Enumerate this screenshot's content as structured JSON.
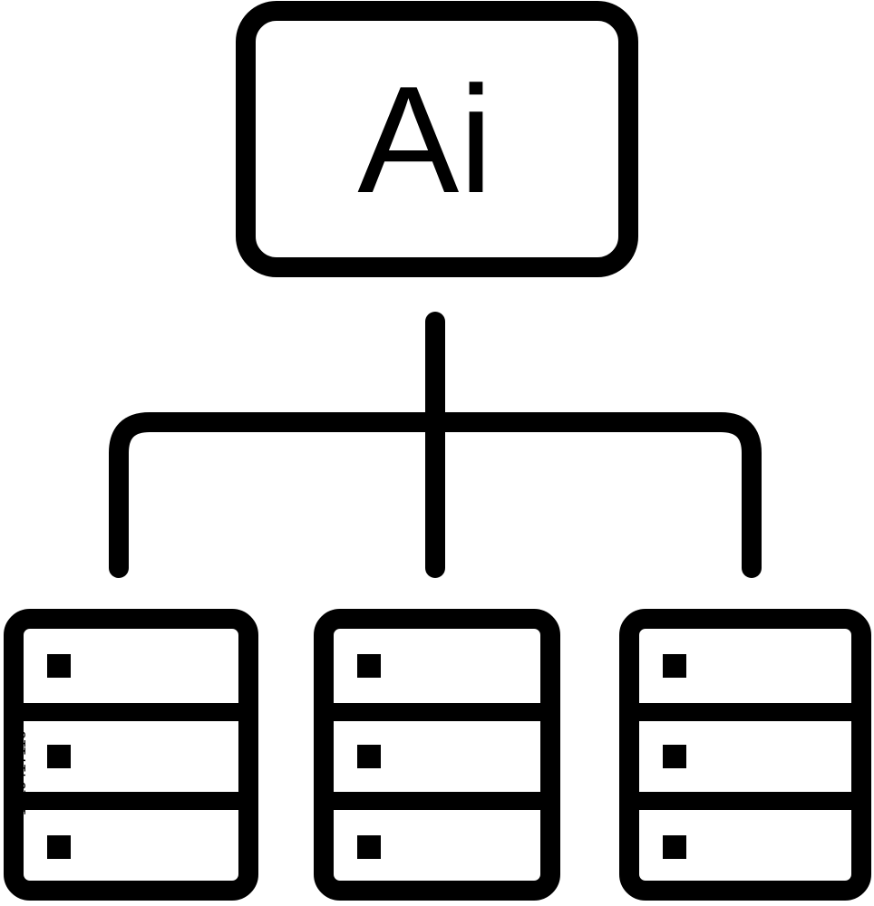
{
  "diagram": {
    "root_label": "Ai",
    "server_count": 3,
    "slots_per_server": 3
  },
  "colors": {
    "ink": "#000000",
    "background": "#ffffff"
  },
  "watermark": {
    "id": "1519417116"
  }
}
